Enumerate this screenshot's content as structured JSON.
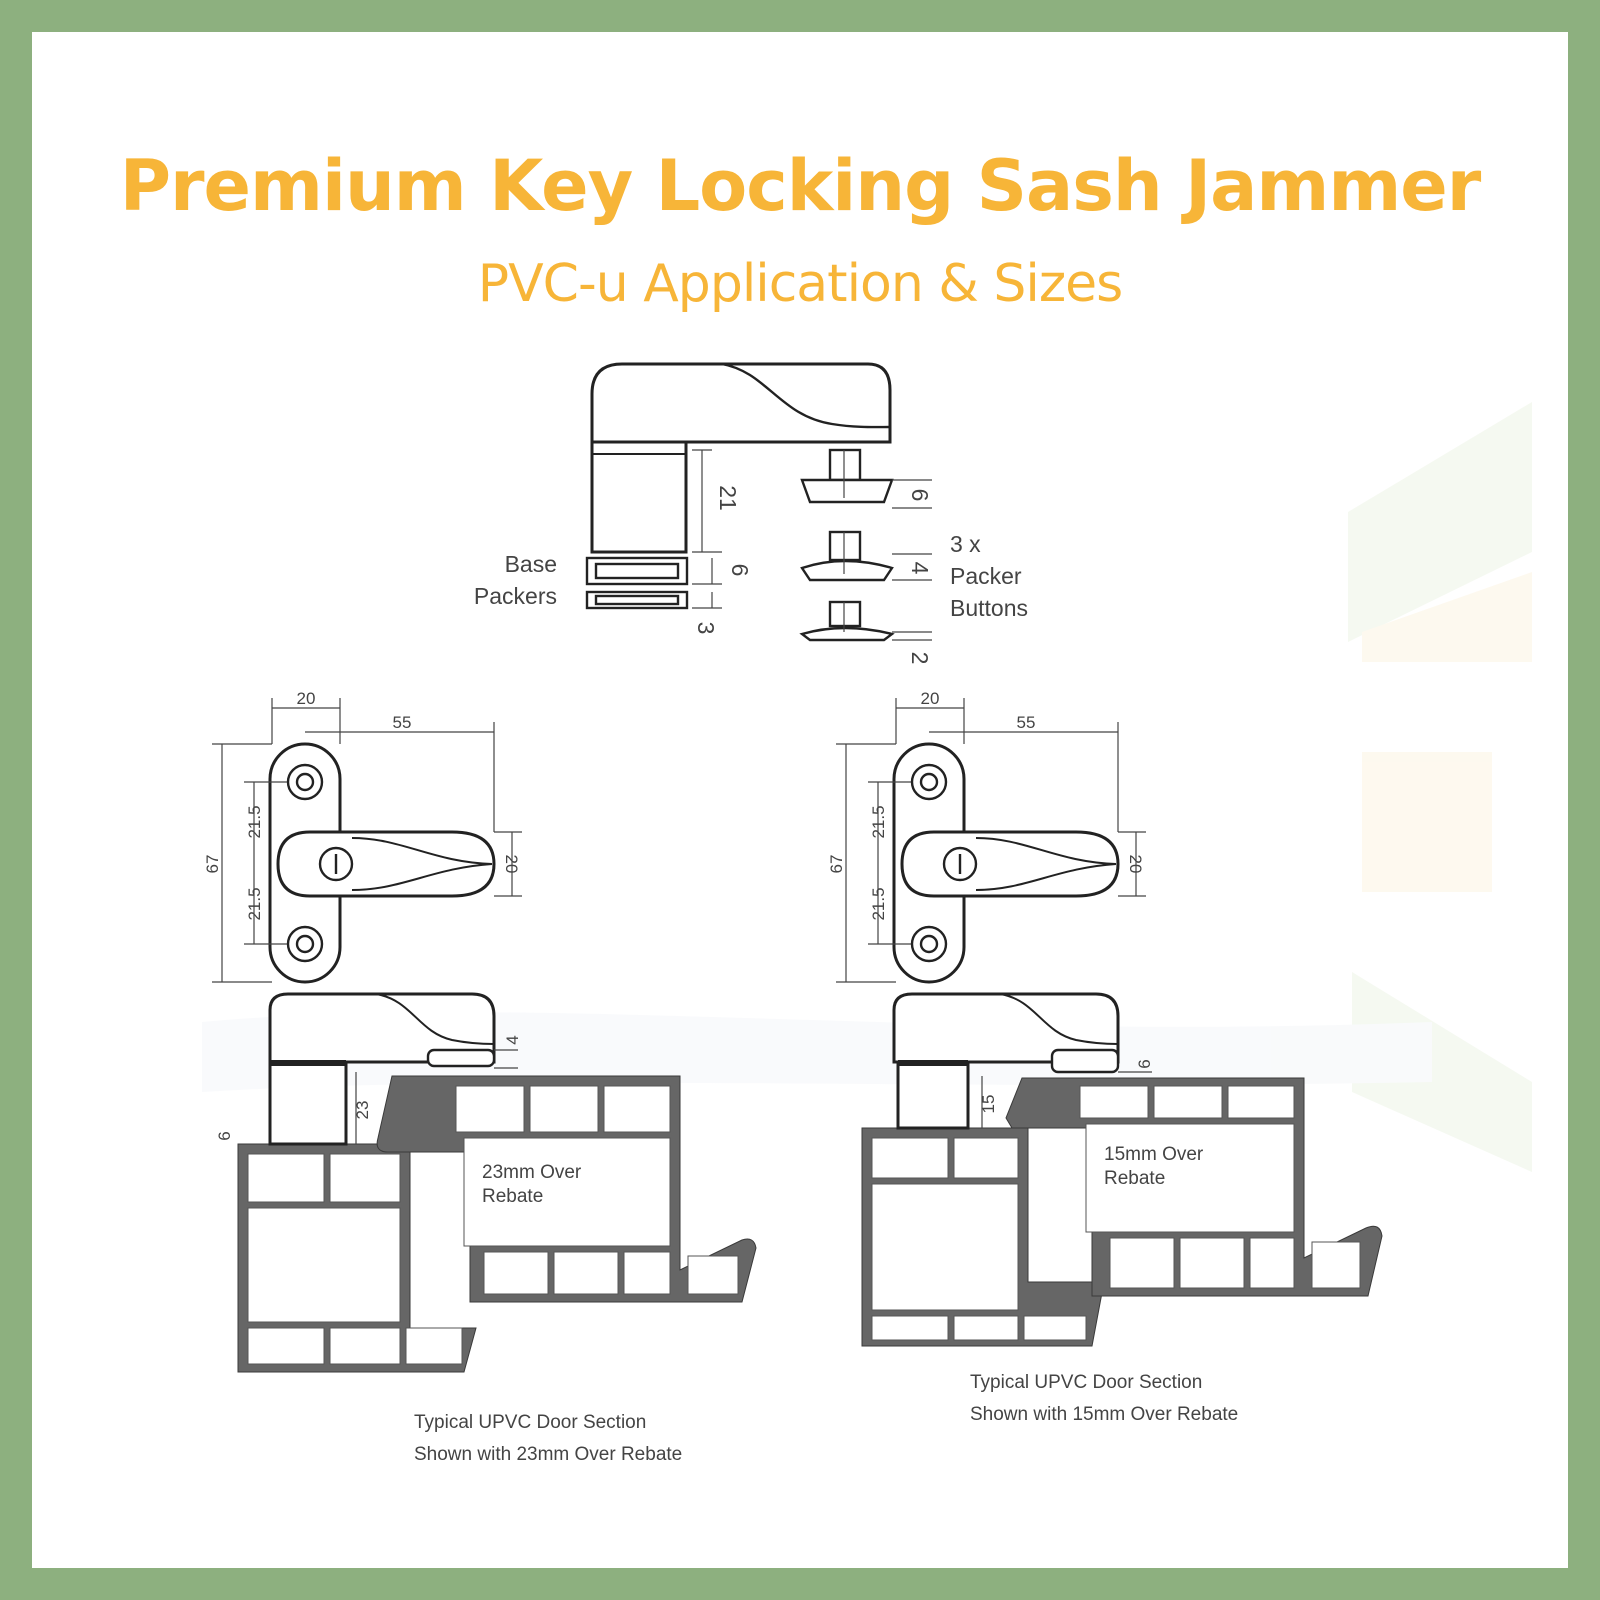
{
  "header": {
    "title": "Premium Key Locking Sash Jammer",
    "subtitle": "PVC-u Application & Sizes"
  },
  "colors": {
    "border": "#8db07f",
    "background": "#ffffff",
    "accent": "#f7b538",
    "line": "#222222",
    "profile_fill": "#666666"
  },
  "top_view": {
    "base_label_line1": "Base",
    "base_label_line2": "Packers",
    "dim_height": "21",
    "dim_packer": "6",
    "dim_packer_thin": "3",
    "buttons_line1": "3 x",
    "buttons_line2": "Packer",
    "buttons_line3": "Buttons",
    "dim_button_1": "6",
    "dim_button_2": "4",
    "dim_button_3": "2"
  },
  "front_view_left": {
    "dim_width": "20",
    "dim_length": "55",
    "dim_height": "67",
    "dim_half_top": "21.5",
    "dim_half_bottom": "21.5",
    "dim_handle": "20"
  },
  "front_view_right": {
    "dim_width": "20",
    "dim_length": "55",
    "dim_height": "67",
    "dim_half_top": "21.5",
    "dim_half_bottom": "21.5",
    "dim_handle": "20"
  },
  "section_left": {
    "dim_top": "4",
    "dim_side": "23",
    "dim_offset": "6",
    "label_line1": "23mm Over",
    "label_line2": "Rebate",
    "caption_line1": "Typical UPVC Door Section",
    "caption_line2": "Shown with 23mm Over Rebate"
  },
  "section_right": {
    "dim_top": "6",
    "dim_side": "15",
    "label_line1": "15mm Over",
    "label_line2": "Rebate",
    "caption_line1": "Typical UPVC Door Section",
    "caption_line2": "Shown with 15mm Over Rebate"
  }
}
